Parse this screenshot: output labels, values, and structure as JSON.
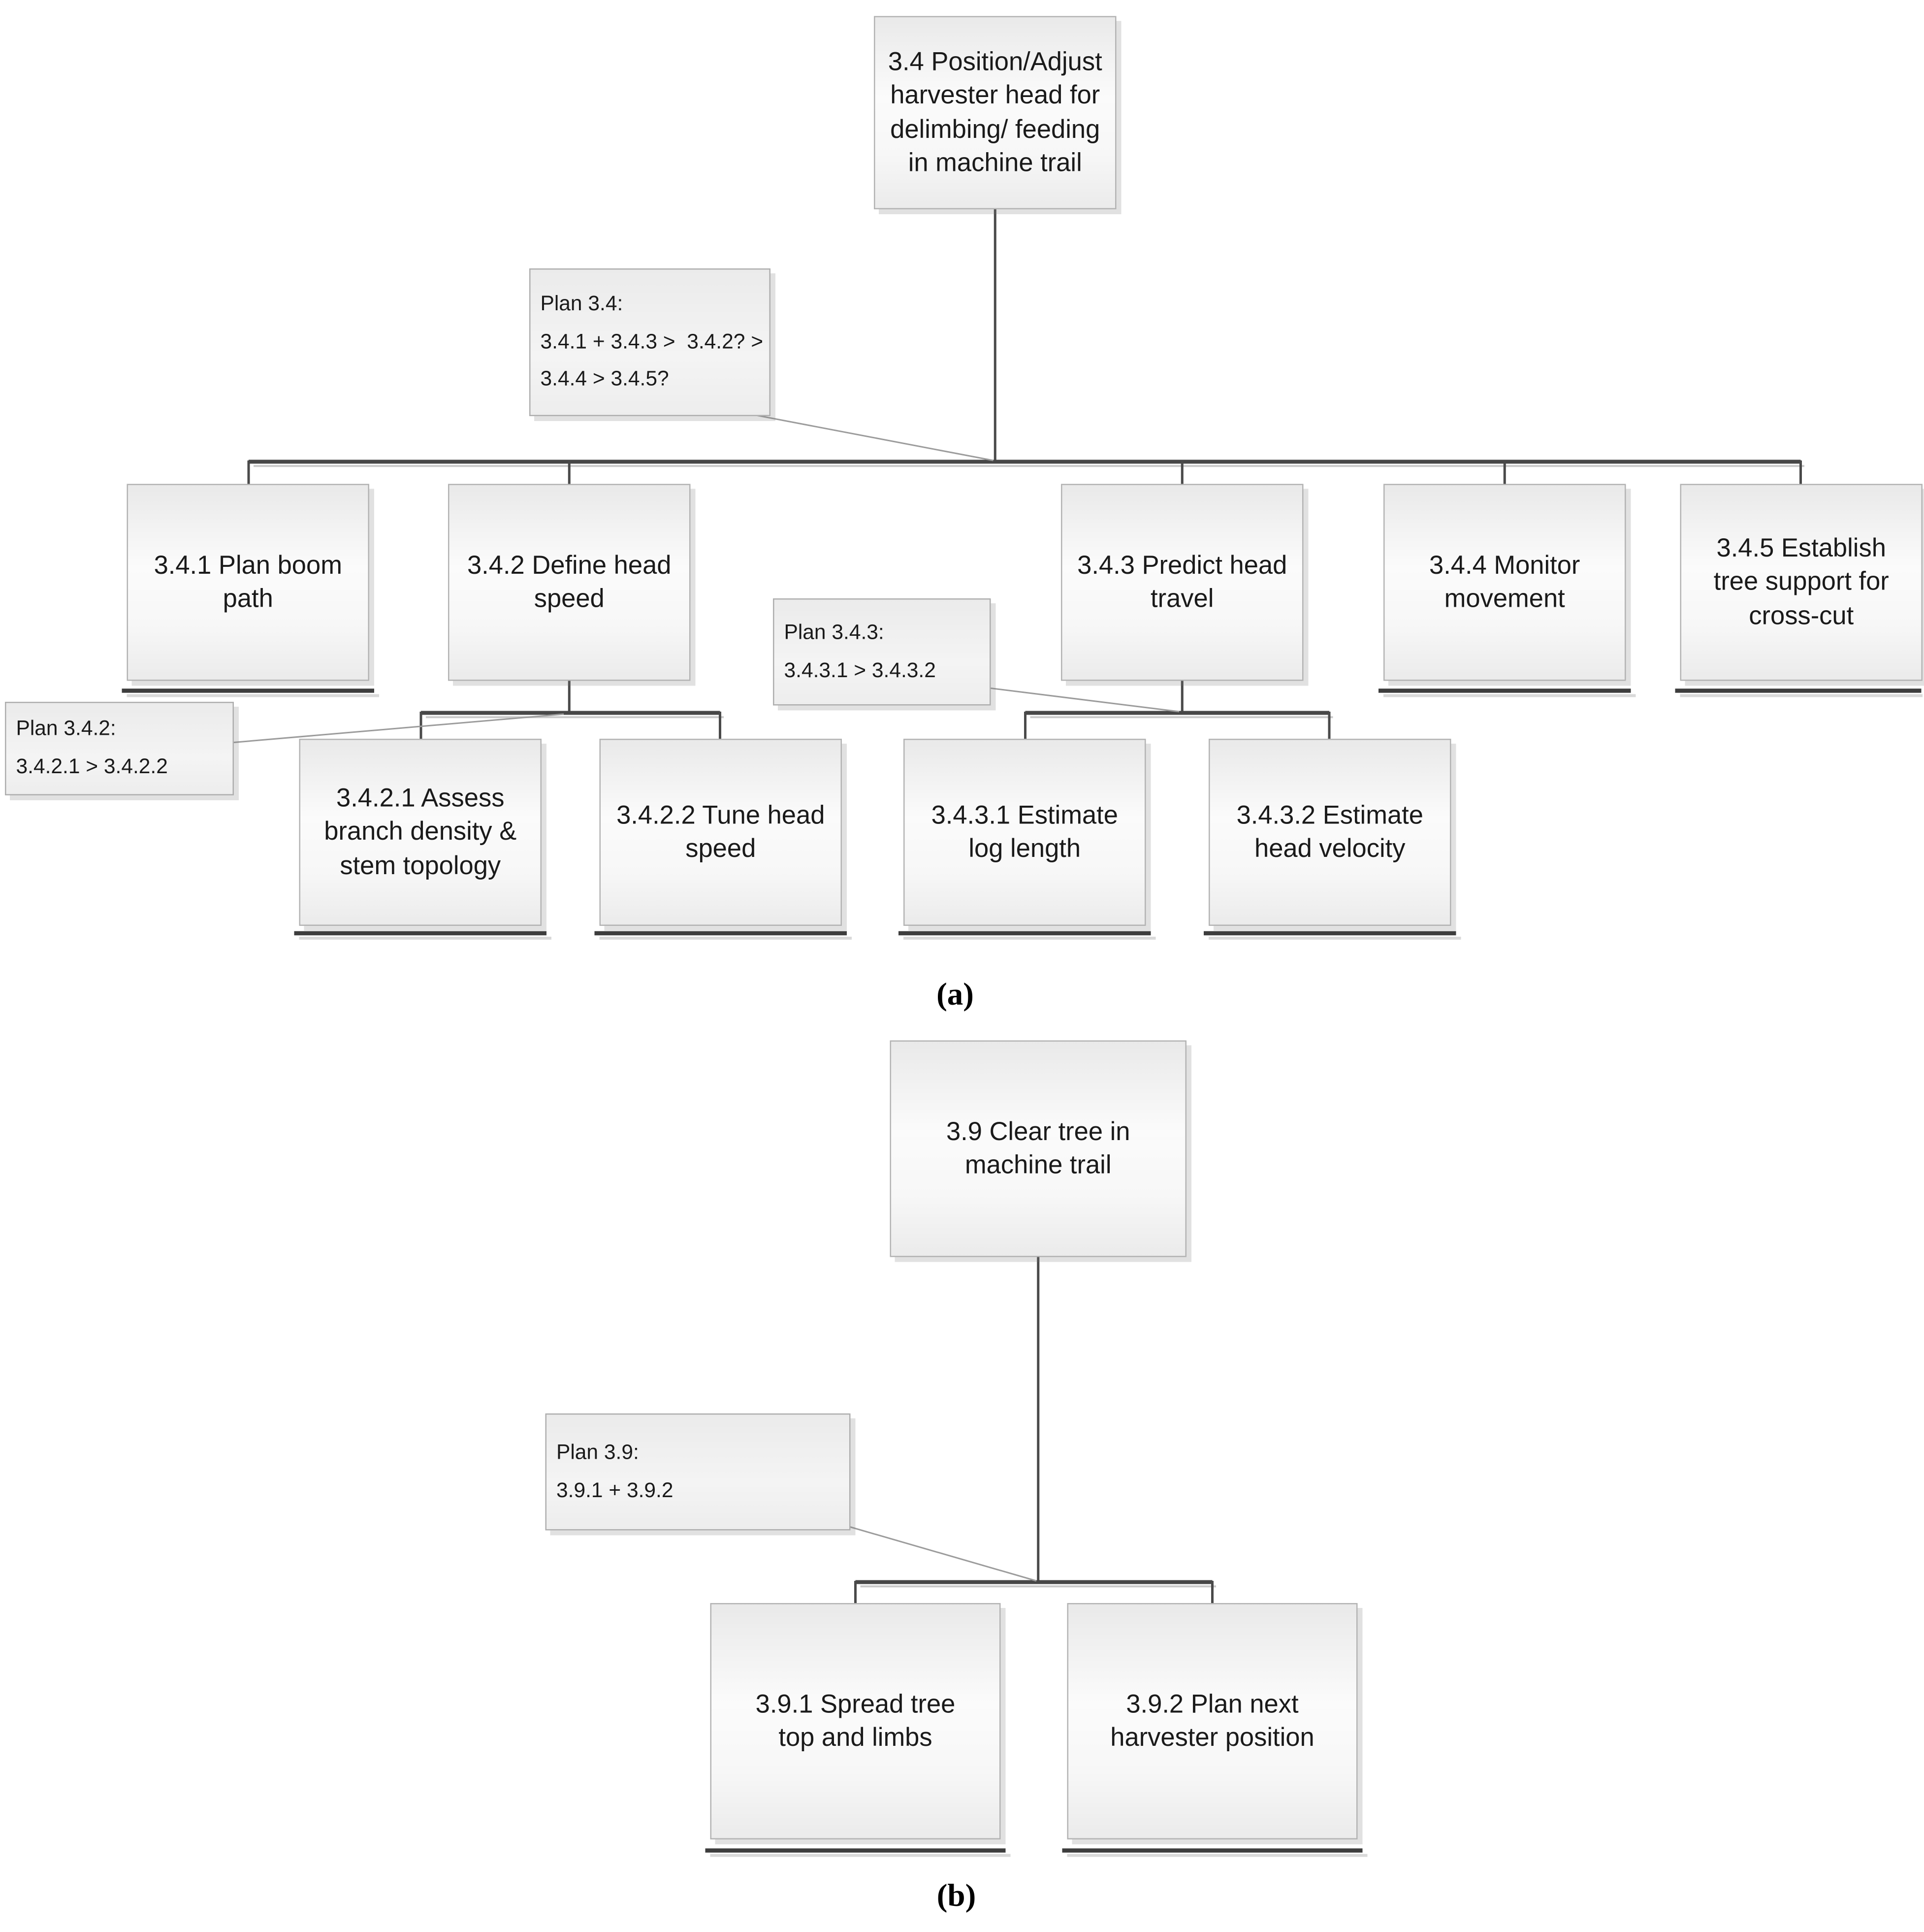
{
  "figure": {
    "type": "hierarchical-task-analysis-diagram",
    "colors": {
      "background": "#ffffff",
      "box_fill": "#f3f3f3",
      "box_border": "#b3b3b3",
      "plan_fill": "#ededed",
      "connector": "#4a4a4a",
      "terminal_bar": "#3d3d3d",
      "leader_line": "#9c9c9c",
      "text": "#1a1a1a"
    }
  },
  "a": {
    "caption": "(a)",
    "nodes": {
      "n34": "3.4 Position/Adjust\nharvester head for\ndelimbing/ feeding\nin machine trail",
      "n341": "3.4.1 Plan boom\npath",
      "n342": "3.4.2 Define head\nspeed",
      "n343": "3.4.3 Predict head\ntravel",
      "n344": "3.4.4 Monitor\nmovement",
      "n345": "3.4.5 Establish\ntree support for\ncross-cut",
      "n3421": "3.4.2.1 Assess\nbranch density &\nstem topology",
      "n3422": "3.4.2.2 Tune head\nspeed",
      "n3431": "3.4.3.1 Estimate\nlog length",
      "n3432": "3.4.3.2 Estimate\nhead velocity"
    },
    "plans": {
      "p34": "Plan 3.4:\n3.4.1 + 3.4.3 >  3.4.2? >\n3.4.4 > 3.4.5?",
      "p342": "Plan 3.4.2:\n3.4.2.1 > 3.4.2.2",
      "p343": "Plan 3.4.3:\n3.4.3.1 > 3.4.3.2"
    }
  },
  "b": {
    "caption": "(b)",
    "nodes": {
      "n39": "3.9 Clear tree in\nmachine trail",
      "n391": "3.9.1 Spread tree\ntop and limbs",
      "n392": "3.9.2 Plan next\nharvester position"
    },
    "plans": {
      "p39": "Plan 3.9:\n3.9.1 + 3.9.2"
    }
  }
}
